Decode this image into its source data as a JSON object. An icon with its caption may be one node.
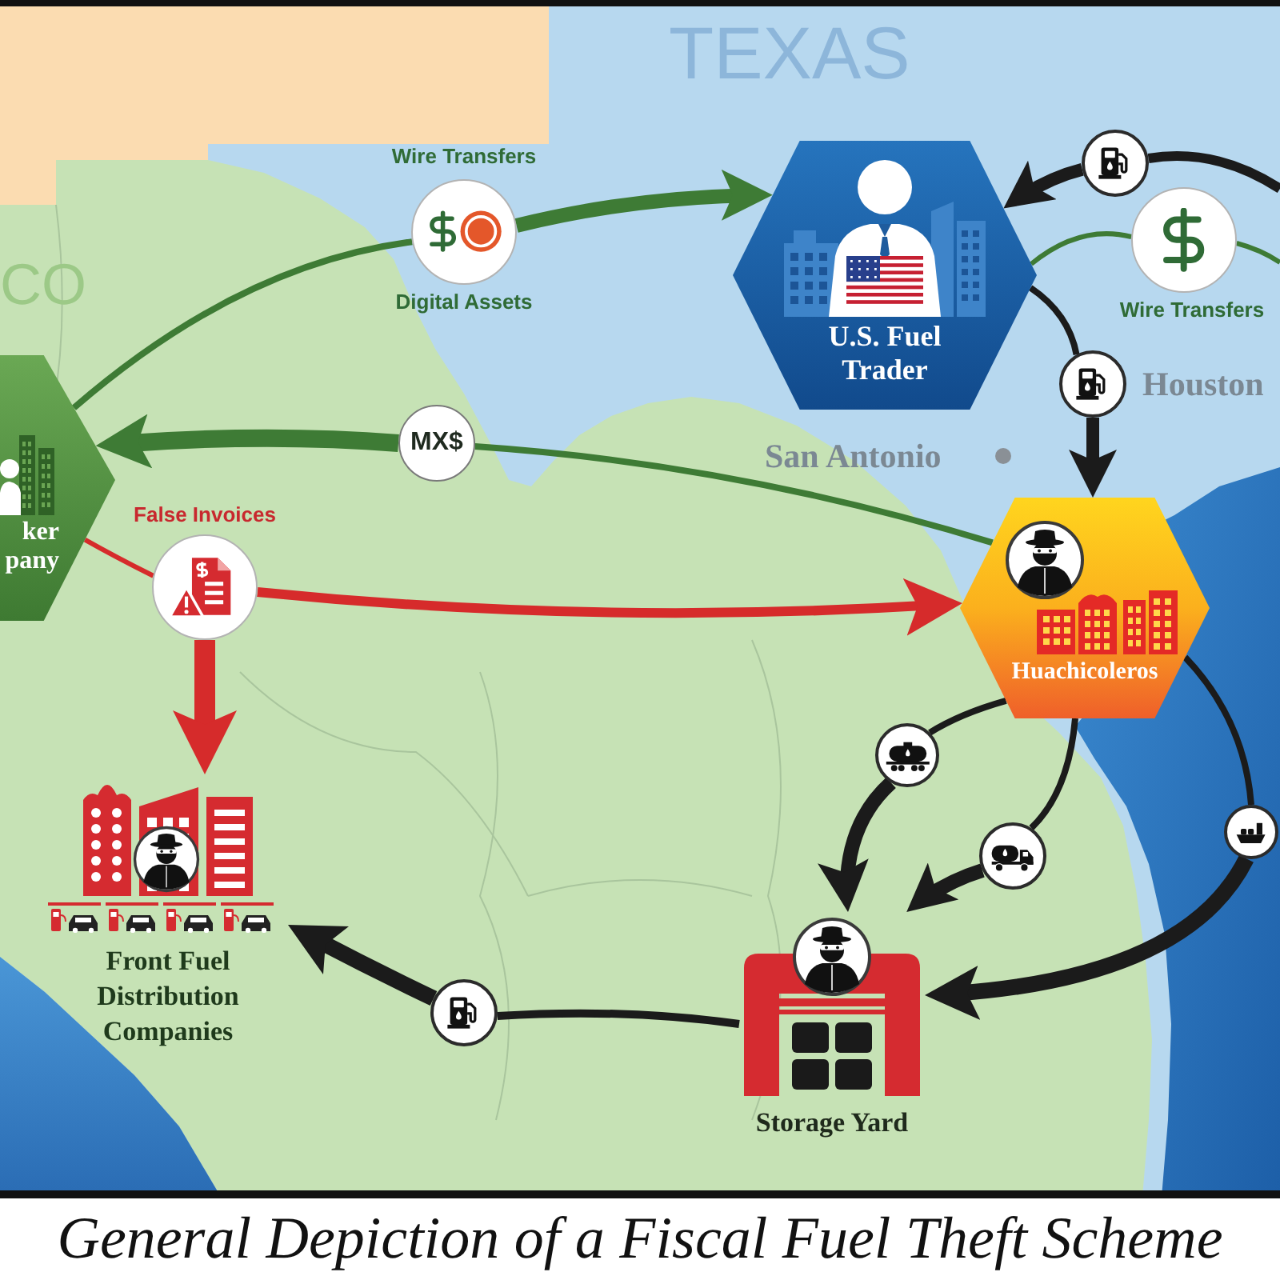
{
  "diagram": {
    "caption": "General Depiction of a Fiscal Fuel Theft Scheme",
    "nodes": [
      {
        "text": [],
        "shape": "circle",
        "beside": [
          "Wire Transfers",
          "Digital Assets"
        ]
      },
      {
        "text": [
          "U.S. Fuel Trader"
        ]
      },
      {
        "text": [],
        "shape": "circle"
      },
      {
        "text": [],
        "shape": "circle",
        "beside": [
          "Wire Transfers"
        ]
      },
      {
        "text": [
          "ker pany"
        ]
      },
      {
        "text": [],
        "shape": "circle"
      },
      {
        "text": [
          "MX$"
        ]
      },
      {
        "text": [],
        "shape": "circle",
        "beside": [
          "False Invoices"
        ]
      },
      {
        "text": [
          "Huachicoleros"
        ]
      },
      {
        "text": [],
        "shape": "circle"
      },
      {
        "text": [],
        "shape": "circle"
      },
      {
        "text": [],
        "shape": "circle"
      },
      {
        "text": [
          "Front Fuel Distribution Companies"
        ]
      },
      {
        "text": [
          "Storage Yard"
        ]
      },
      {
        "text": [],
        "shape": "circle"
      }
    ],
    "edges": [
      {
        "from": 4,
        "to": 0,
        "arrow": "none",
        "color": "#3e7b35"
      },
      {
        "from": 0,
        "to": 1,
        "arrow": "to",
        "color": "#3e7b35"
      },
      {
        "from": null,
        "to": 2,
        "arrow": "none"
      },
      {
        "from": 2,
        "to": 1,
        "arrow": "to"
      },
      {
        "from": 1,
        "to": 3,
        "arrow": "none",
        "color": "#3e7b35"
      },
      {
        "from": 3,
        "to": null,
        "arrow": "none",
        "color": "#3e7b35"
      },
      {
        "from": 1,
        "to": 5,
        "arrow": "none"
      },
      {
        "from": 5,
        "to": 8,
        "arrow": "to"
      },
      {
        "from": 8,
        "to": 6,
        "arrow": "none",
        "color": "#3e7b35"
      },
      {
        "from": 6,
        "to": 4,
        "arrow": "to",
        "color": "#3e7b35"
      },
      {
        "from": 4,
        "to": 7,
        "arrow": "none",
        "color": "#d62b2b"
      },
      {
        "from": 7,
        "to": 8,
        "arrow": "to",
        "color": "#d62b2b"
      },
      {
        "from": 7,
        "to": 12,
        "arrow": "to",
        "color": "#d62b2b"
      },
      {
        "from": 8,
        "to": 9,
        "arrow": "none"
      },
      {
        "from": 9,
        "to": 13,
        "arrow": "to"
      },
      {
        "from": 8,
        "to": 10,
        "arrow": "none"
      },
      {
        "from": 10,
        "to": 13,
        "arrow": "to"
      },
      {
        "from": 8,
        "to": 11,
        "arrow": "none"
      },
      {
        "from": 11,
        "to": 13,
        "arrow": "to"
      },
      {
        "from": 13,
        "to": 14,
        "arrow": "none"
      },
      {
        "from": 14,
        "to": 12,
        "arrow": "to"
      }
    ],
    "labels": [
      "TEXAS",
      "CO",
      "Houston",
      "San Antonio"
    ]
  }
}
